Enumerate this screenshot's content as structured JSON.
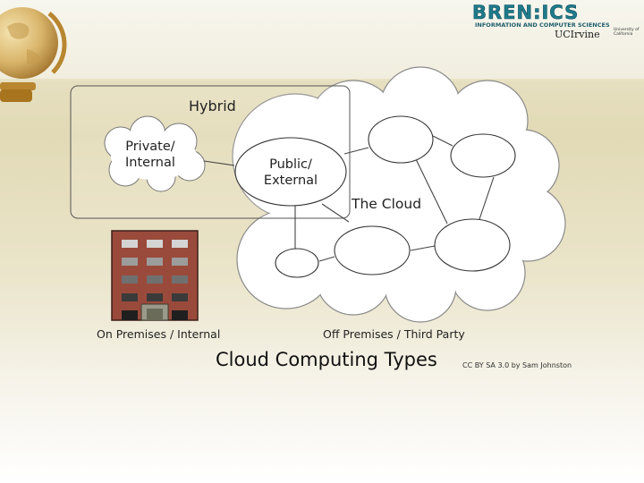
{
  "logo": {
    "main": "BREN:ICS",
    "subtitle": "INFORMATION AND COMPUTER SCIENCES",
    "uc": "UCIrvine",
    "university": "University of California"
  },
  "diagram": {
    "hybrid_label": "Hybrid",
    "private_line1": "Private/",
    "private_line2": "Internal",
    "public_line1": "Public/",
    "public_line2": "External",
    "cloud_label": "The Cloud",
    "on_premises_label": "On Premises / Internal",
    "off_premises_label": "Off Premises / Third Party",
    "title": "Cloud Computing Types",
    "license": "CC BY SA 3.0 by Sam Johnston"
  },
  "colors": {
    "building_brick": "#9a4a3b",
    "window_light": "#c8c8c8",
    "window_dark": "#3a3a3a",
    "logo_teal": "#1f7a8c"
  }
}
